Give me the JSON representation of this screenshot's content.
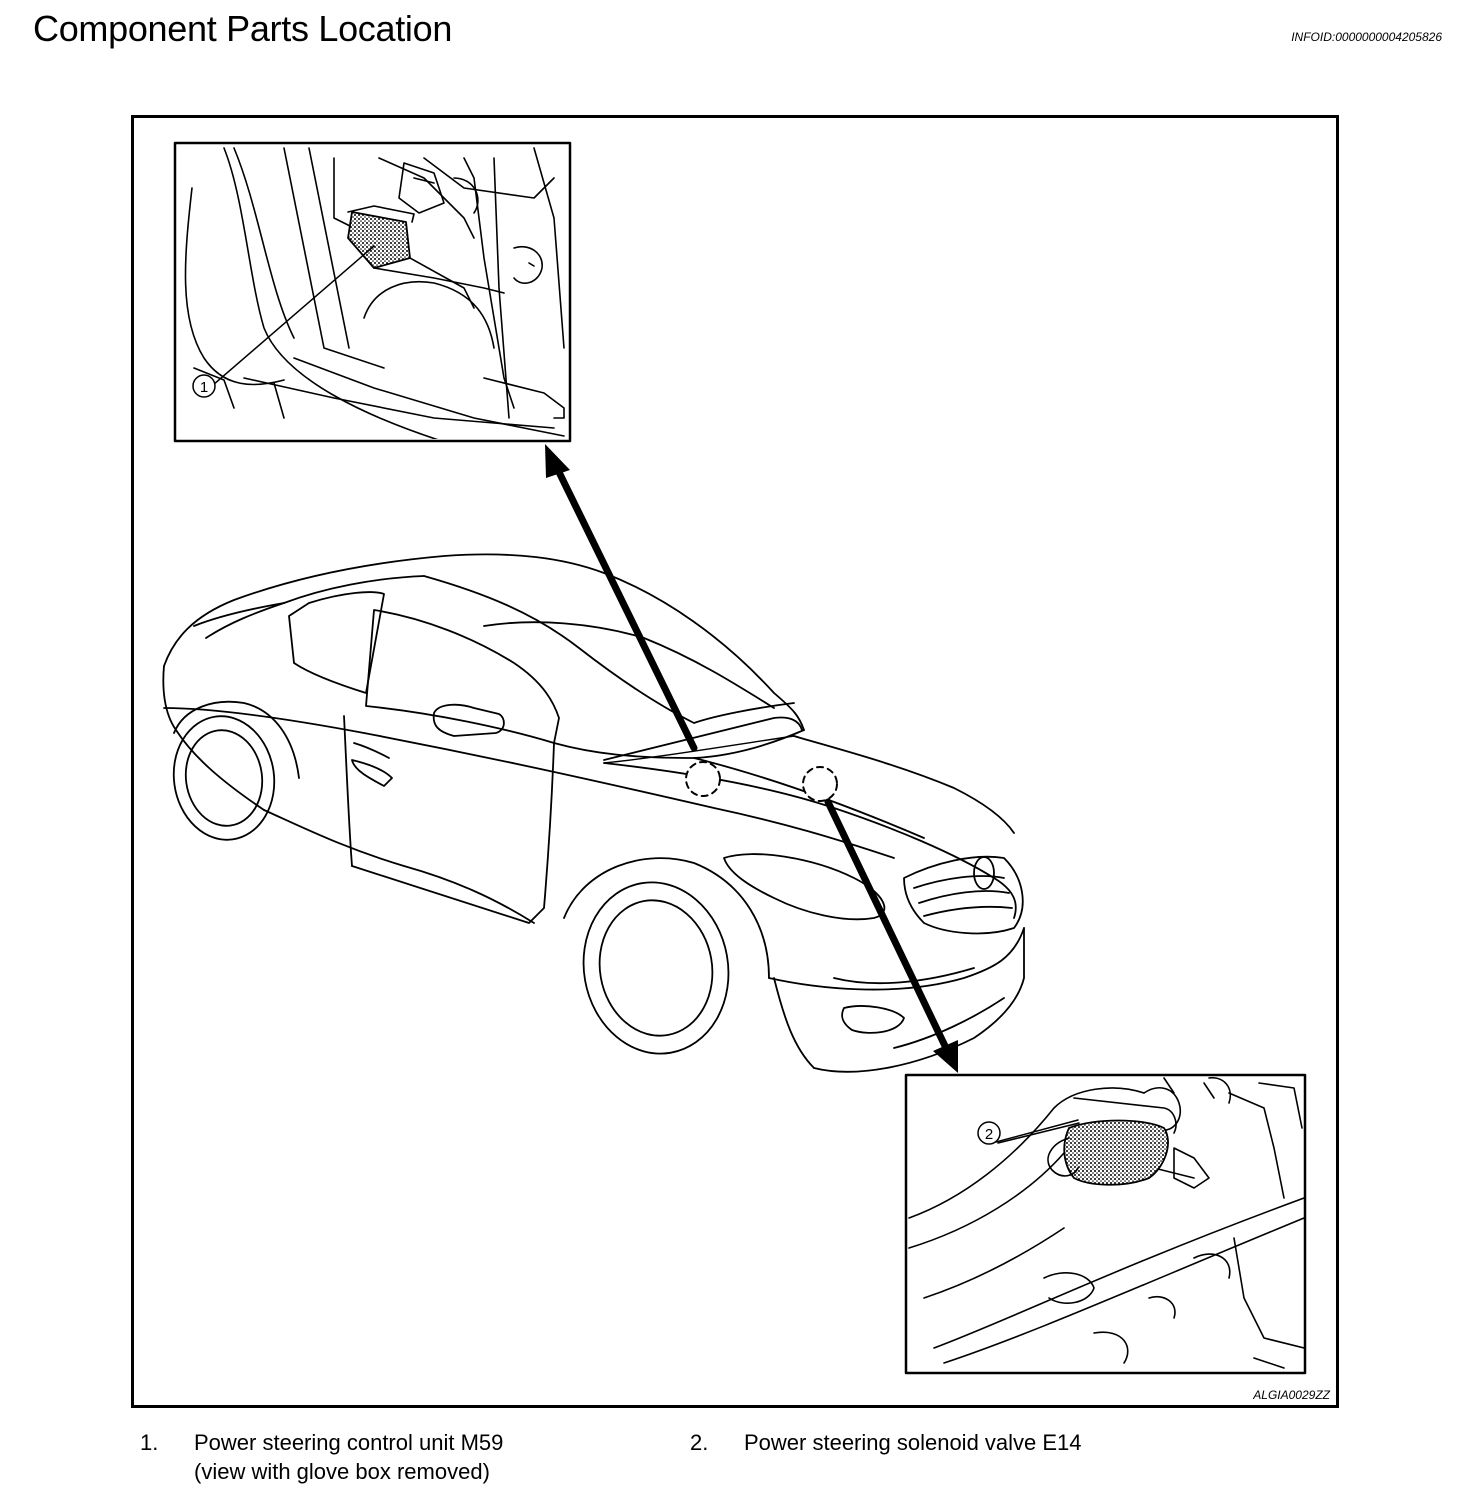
{
  "header": {
    "title": "Component Parts Location",
    "info_id": "INFOID:0000000004205826"
  },
  "figure": {
    "code": "ALGIA0029ZZ",
    "callouts": [
      "1",
      "2"
    ]
  },
  "legend": [
    {
      "number": "1.",
      "line1": "Power steering control unit M59",
      "line2": "(view with glove box removed)"
    },
    {
      "number": "2.",
      "line1": "Power steering solenoid valve E14",
      "line2": ""
    }
  ],
  "icons": [
    "arrow-icon",
    "dashed-location-circle-icon",
    "callout-circle-icon"
  ]
}
